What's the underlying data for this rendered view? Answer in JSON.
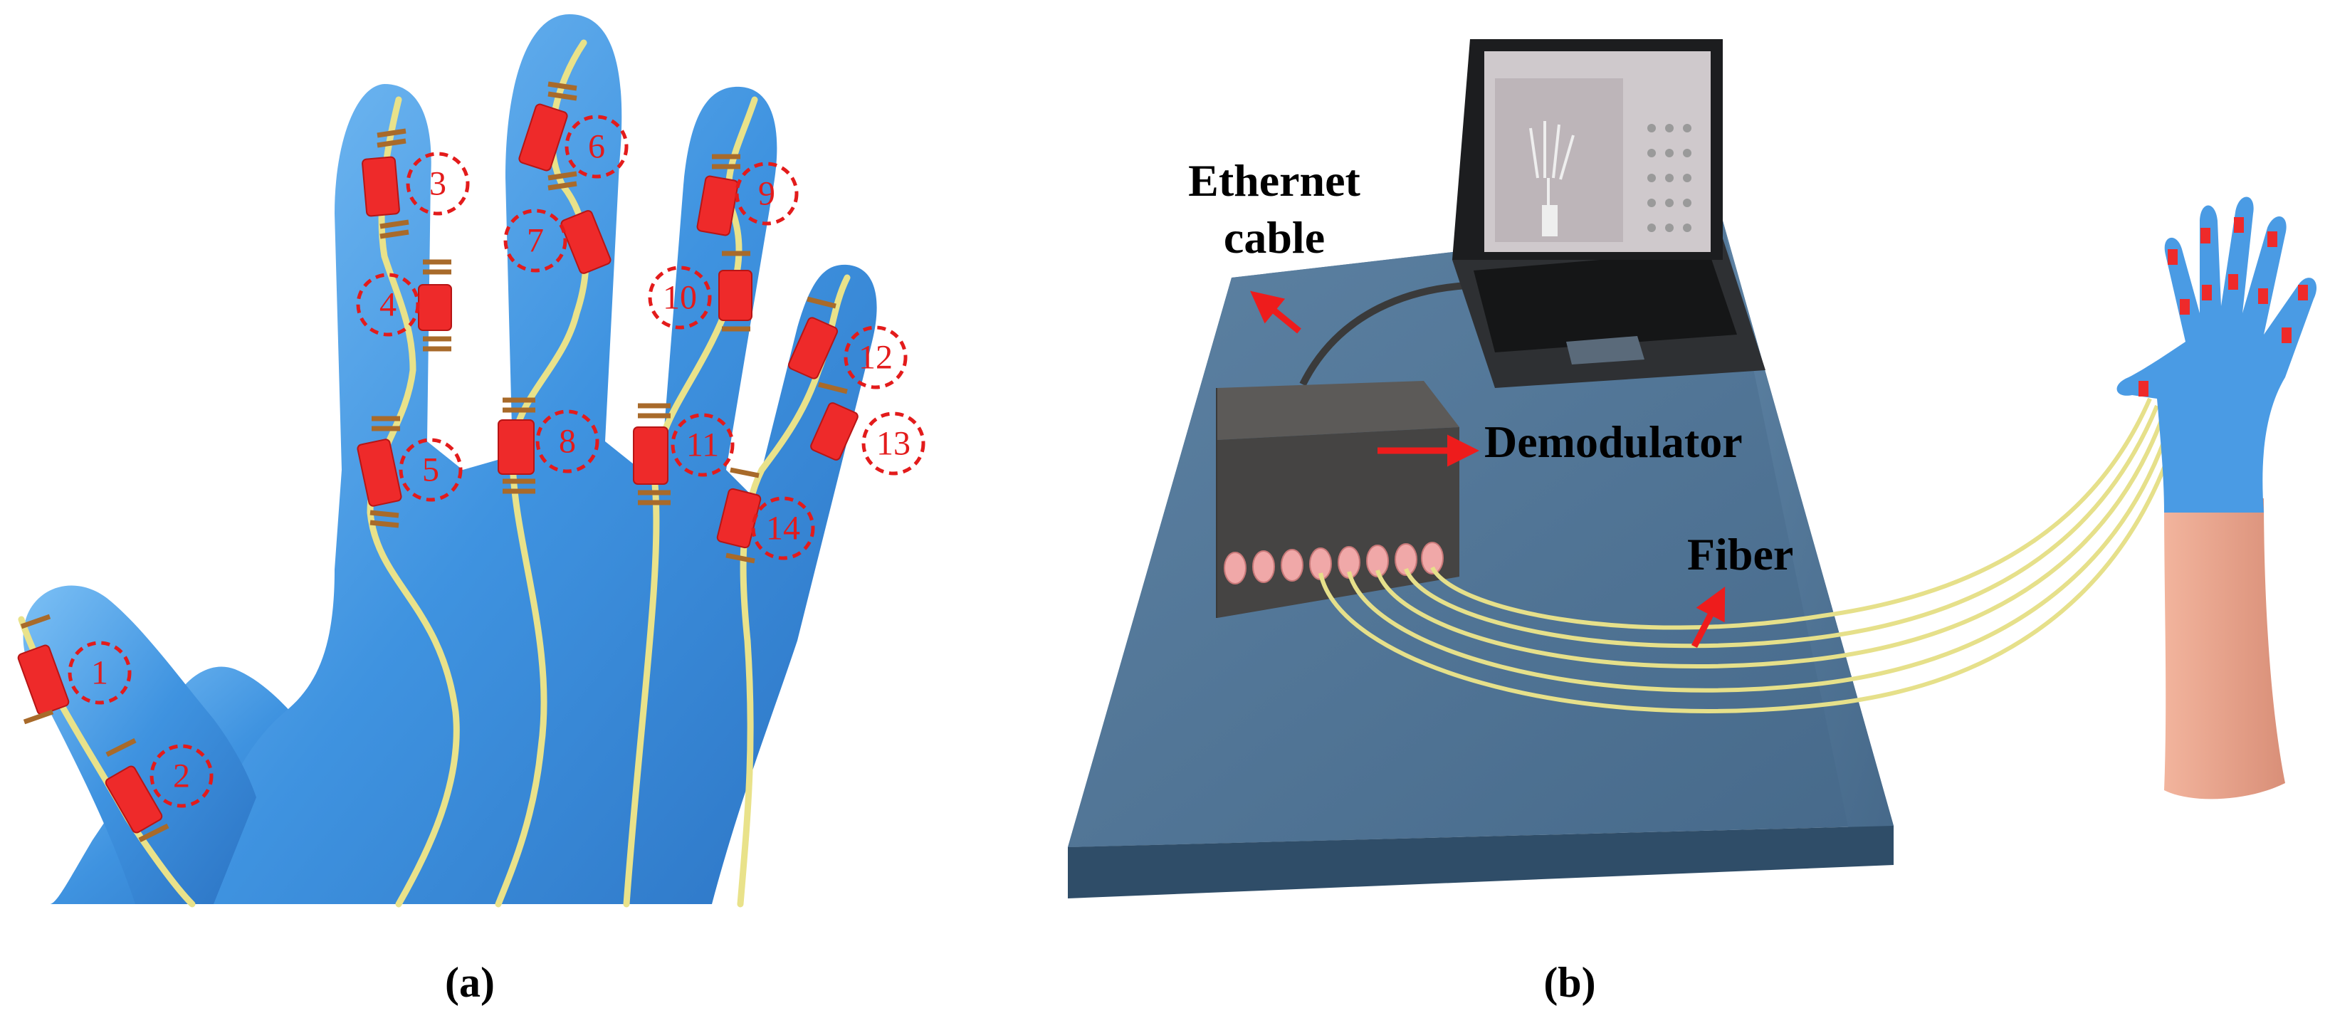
{
  "panel_a": {
    "caption": "(a)",
    "markers": [
      "1",
      "2",
      "3",
      "4",
      "5",
      "6",
      "7",
      "8",
      "9",
      "10",
      "11",
      "12",
      "13",
      "14"
    ]
  },
  "panel_b": {
    "caption": "(b)",
    "labels": {
      "ethernet_line1": "Ethernet",
      "ethernet_line2": "cable",
      "demodulator": "Demodulator",
      "fiber": "Fiber"
    }
  },
  "colors": {
    "glove": "#4f9fe6",
    "sensor": "#ee2a2a",
    "marker": "#e31b1b",
    "fiber": "#e9e28a",
    "table": "#4a6f8f",
    "box": "#4a4a4a",
    "arrow": "#ee1c1c"
  }
}
